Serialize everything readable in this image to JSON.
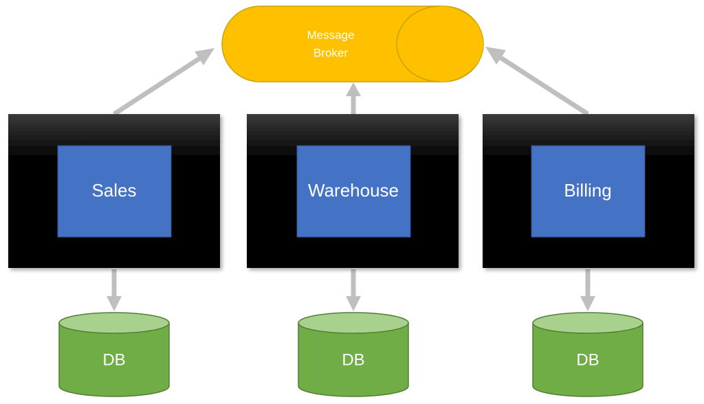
{
  "broker": {
    "line1": "Message",
    "line2": "Broker"
  },
  "services": [
    {
      "label": "Sales"
    },
    {
      "label": "Warehouse"
    },
    {
      "label": "Billing"
    }
  ],
  "databases": [
    {
      "label": "DB"
    },
    {
      "label": "DB"
    },
    {
      "label": "DB"
    }
  ],
  "colors": {
    "broker_fill": "#ffc000",
    "broker_stroke": "#c9a200",
    "service_outer": "#000000",
    "service_inner": "#4472c4",
    "db_body": "#70ad47",
    "db_top": "#a9d18e",
    "db_stroke": "#507e32",
    "arrow": "#bfbfbf"
  }
}
